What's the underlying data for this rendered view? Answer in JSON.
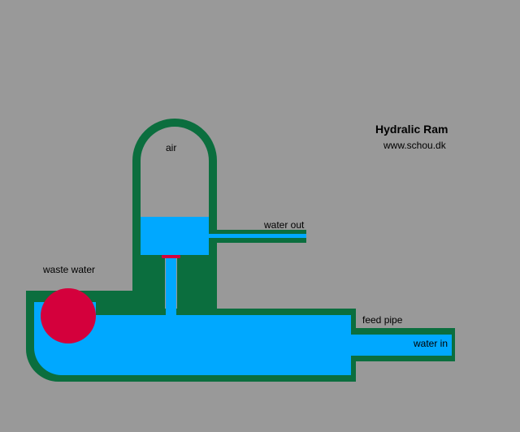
{
  "title": "Hydralic Ram",
  "subtitle": "www.schou.dk",
  "labels": {
    "air": "air",
    "water_out": "water out",
    "waste_water": "waste water",
    "feed_pipe": "feed pipe",
    "water_in": "water in"
  },
  "colors": {
    "background": "#999999",
    "pipe_wall": "#0b6e3e",
    "water": "#00a8ff",
    "waste_valve": "#d4003c",
    "check_valve": "#d4003c"
  }
}
